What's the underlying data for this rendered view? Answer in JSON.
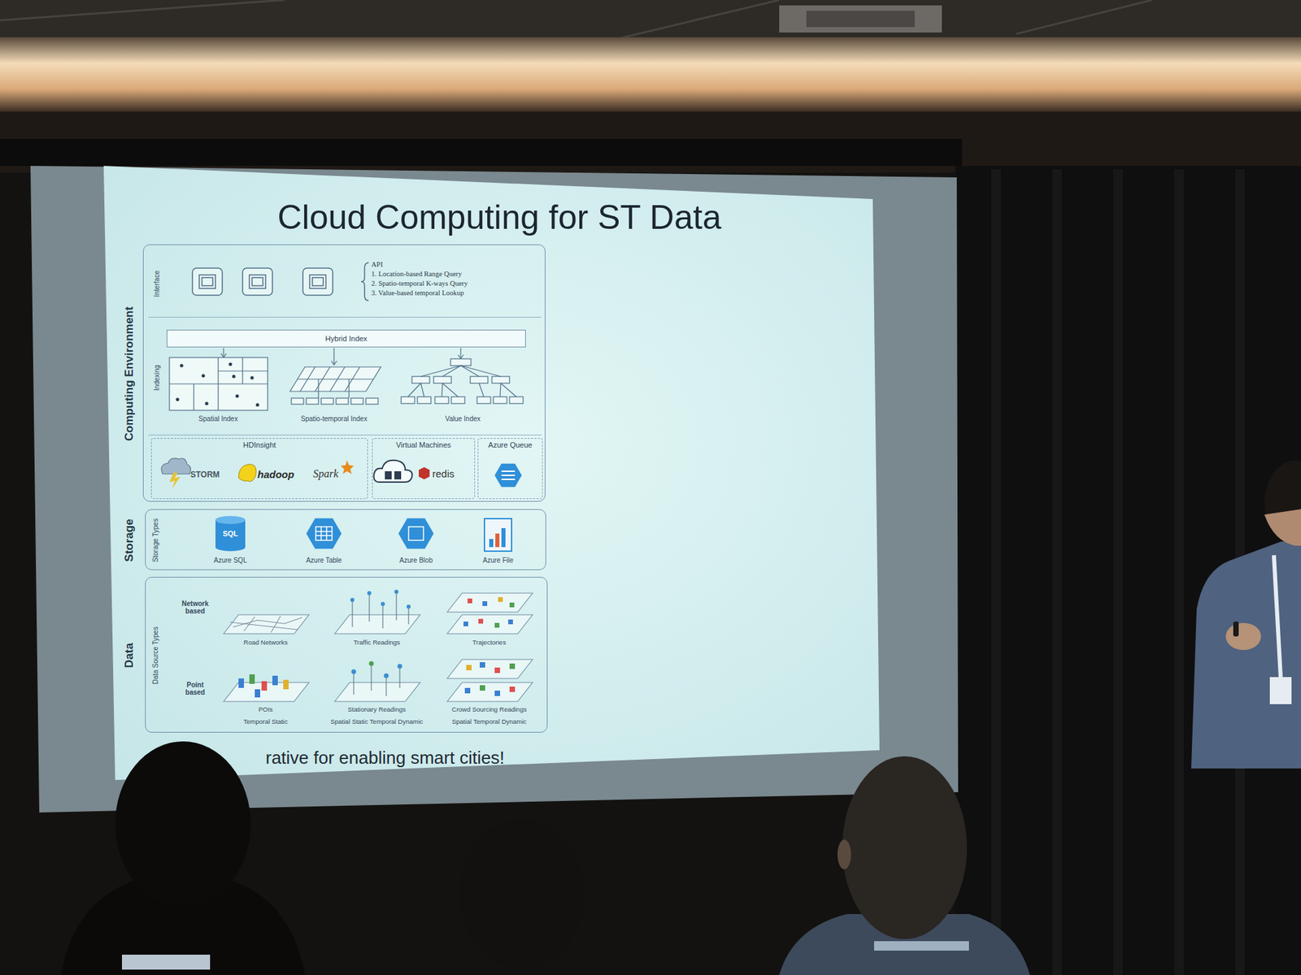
{
  "diagram": {
    "title": "Cloud Computing for ST Data",
    "caption": "rative for enabling smart cities!",
    "nodes": [
      {
        "text": [
          "Computing Environment"
        ]
      },
      {
        "text": [
          "Interface"
        ],
        "in": 0
      },
      {
        "text": [
          "Indexing"
        ],
        "in": 0
      },
      {
        "text": [
          "Hybrid Index"
        ],
        "in": 2
      },
      {
        "text": [
          "HDInsight"
        ],
        "in": 0
      },
      {
        "text": [
          "Virtual Machines"
        ],
        "in": 0
      },
      {
        "text": [
          "Azure Queue"
        ],
        "in": 0
      },
      {
        "text": [
          "Storage",
          "Storage Types"
        ]
      },
      {
        "text": [
          "Data",
          "Data Source Types"
        ]
      }
    ],
    "labels": [
      "API",
      "1. Location-based Range Query",
      "2. Spatio-temporal K-ways Query",
      "3. Value-based temporal Lookup",
      "Spatial Index",
      "Spatio-temporal Index",
      "Value Index",
      "STORM",
      "hadoop",
      "Spark",
      "redis",
      "SQL",
      "Azure SQL",
      "Azure Table",
      "Azure Blob",
      "Azure File",
      "Network based",
      "Road Networks",
      "Traffic Readings",
      "Trajectories",
      "Point based",
      "POIs",
      "Stationary Readings",
      "Crowd Sourcing Readings",
      "Temporal Static",
      "Spatial Static Temporal Dynamic",
      "Spatial Temporal Dynamic"
    ]
  }
}
